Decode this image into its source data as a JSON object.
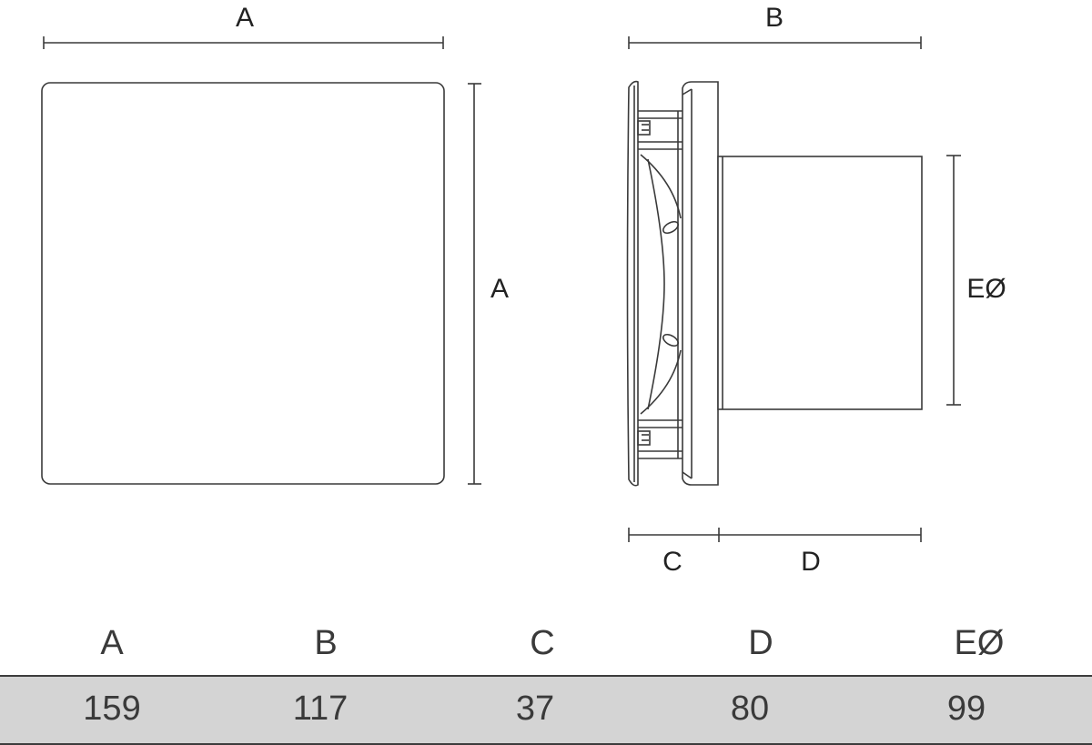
{
  "drawing": {
    "front_width_label": "A",
    "front_height_label": "A",
    "side_depth_label": "B",
    "duct_diameter_label": "EØ",
    "plate_depth_label": "C",
    "duct_length_label": "D",
    "line_color": "#3a3a3a"
  },
  "table": {
    "headers": [
      "A",
      "B",
      "C",
      "D",
      "EØ"
    ],
    "values": [
      "159",
      "117",
      "37",
      "80",
      "99"
    ],
    "row_color": "#d4d4d4"
  }
}
